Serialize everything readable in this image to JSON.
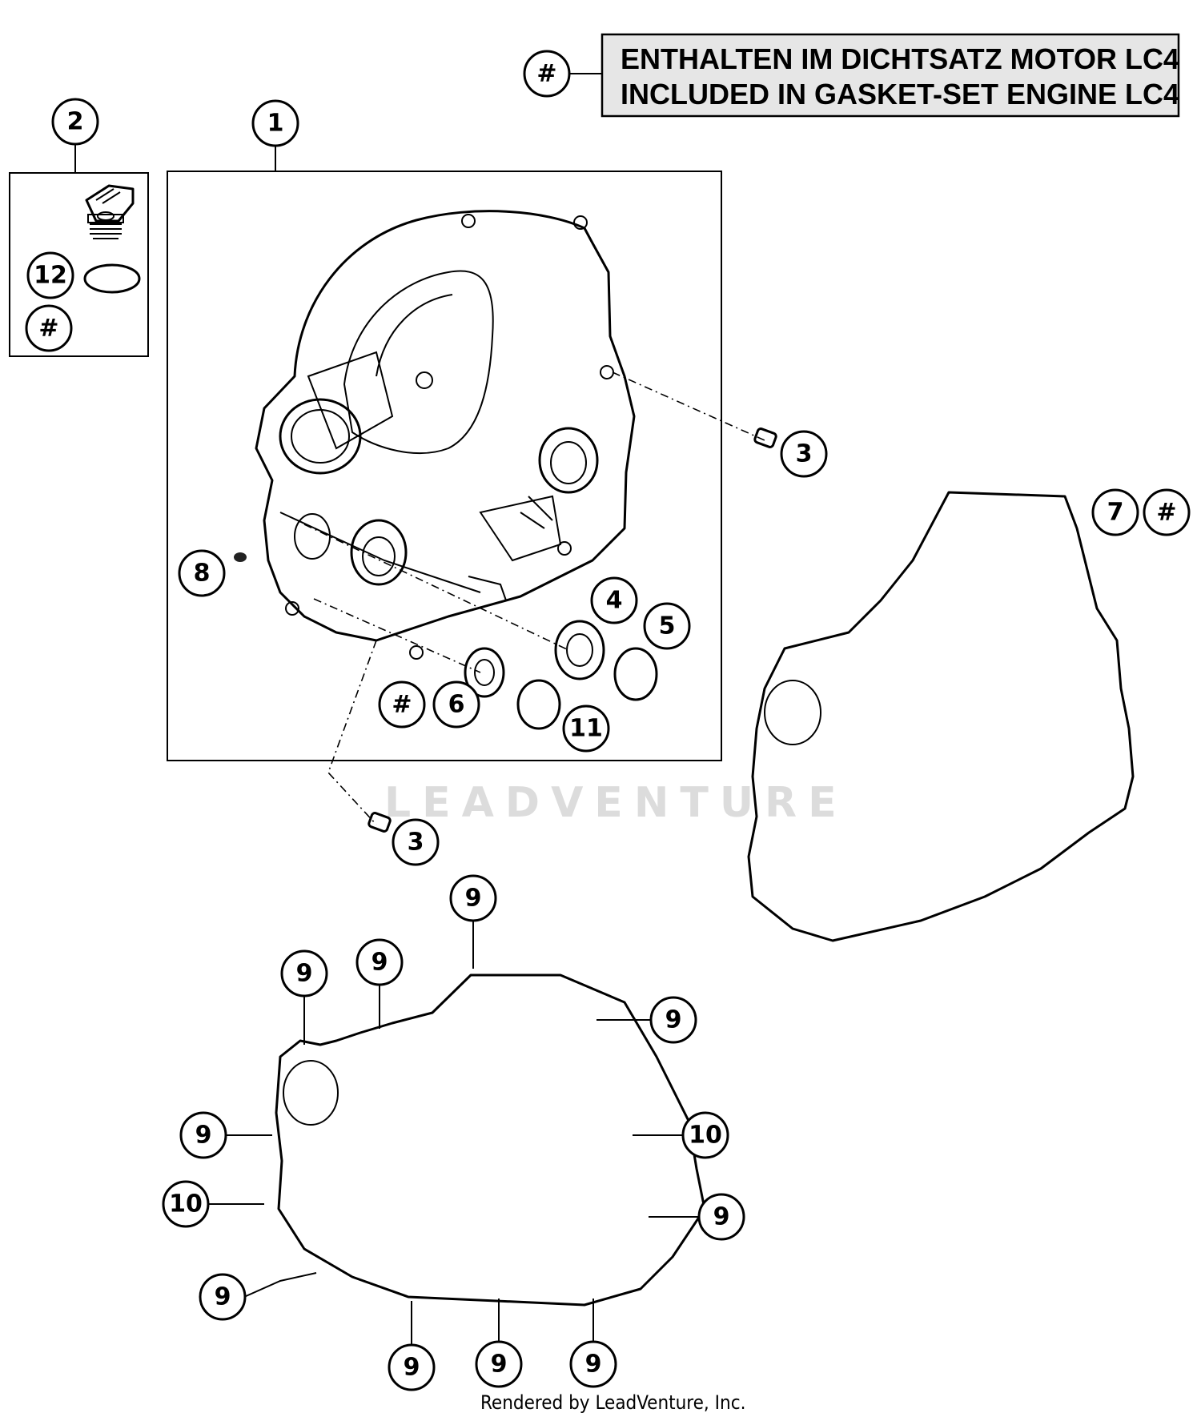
{
  "legend": {
    "marker": "#",
    "line1": "ENTHALTEN IM DICHTSATZ MOTOR LC4",
    "line2": "INCLUDED IN GASKET-SET ENGINE LC4"
  },
  "callouts": {
    "c1": "1",
    "c2": "2",
    "c3a": "3",
    "c3b": "3",
    "c4": "4",
    "c5": "5",
    "c6": "6",
    "c7": "7",
    "c8": "8",
    "c11": "11",
    "c12": "12",
    "h_box2": "#",
    "h_box1": "#",
    "h_gasket": "#",
    "g_top": "9",
    "g_tl1": "9",
    "g_tl2": "9",
    "g_tr": "9",
    "g_l9": "9",
    "g_r10": "10",
    "g_l10": "10",
    "g_r9": "9",
    "g_bl9": "9",
    "g_b1": "9",
    "g_b2": "9",
    "g_b3": "9"
  },
  "watermark": "LEADVENTURE",
  "footer": "Rendered by LeadVenture, Inc."
}
